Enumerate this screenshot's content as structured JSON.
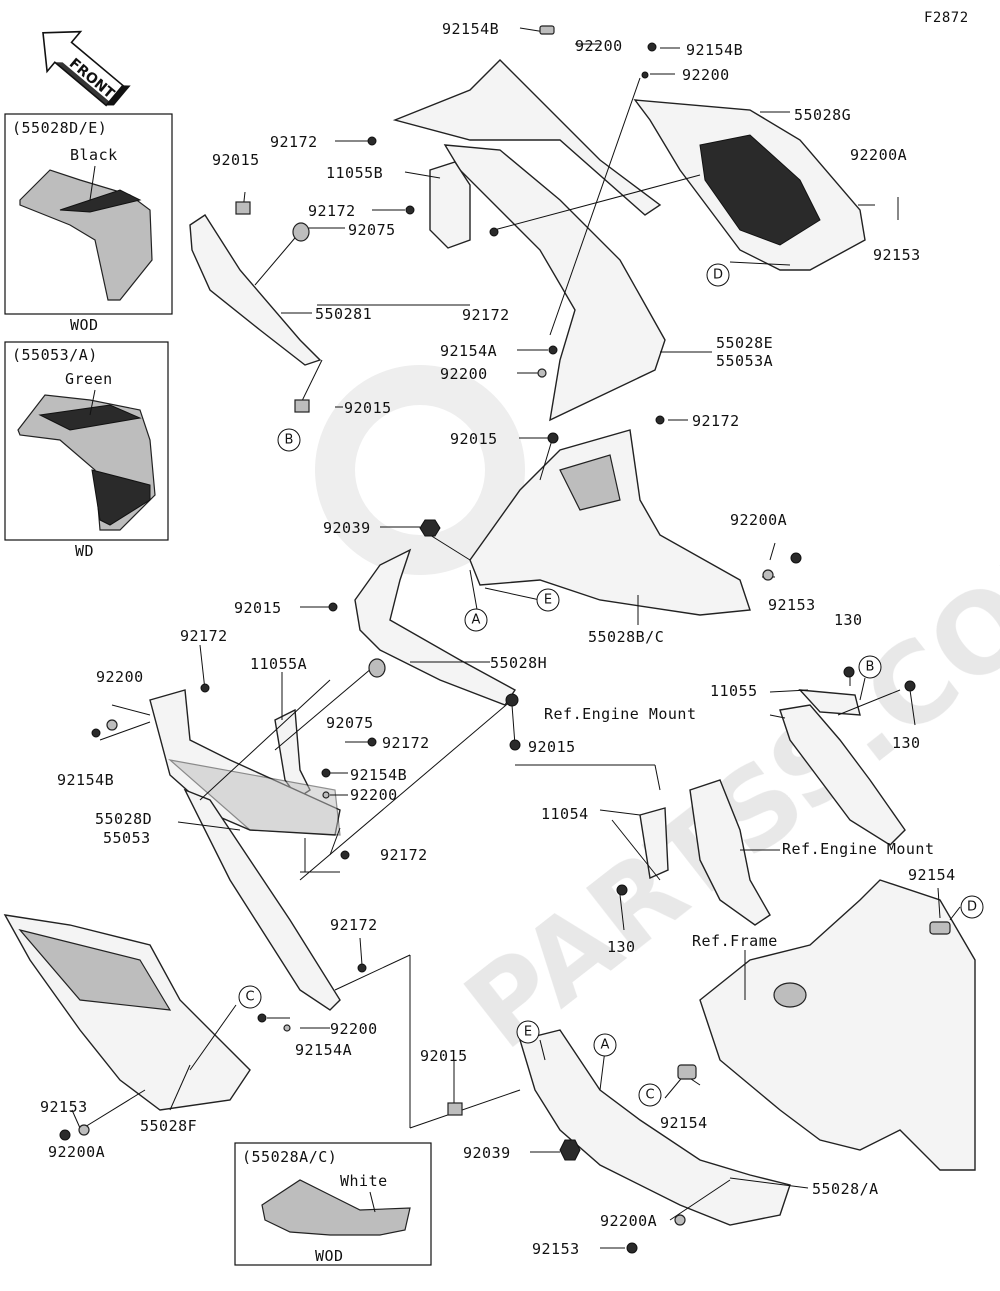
{
  "figure_code": "F2872",
  "front_label": "FRONT",
  "watermark": "PARTSS.COM",
  "callouts": {
    "A": "A",
    "B": "B",
    "C": "C",
    "D": "D",
    "E": "E"
  },
  "insets": [
    {
      "title": "(55028D/E)",
      "color": "Black",
      "footer": "WOD"
    },
    {
      "title": "(55053/A)",
      "color": "Green",
      "footer": "WD"
    },
    {
      "title": "(55028A/C)",
      "color": "White",
      "footer": "WOD"
    }
  ],
  "labels": {
    "l01": "92154B",
    "l02": "92200",
    "l03": "92154B",
    "l04": "92200",
    "l05": "55028G",
    "l06": "92172",
    "l07": "92015",
    "l08": "11055B",
    "l09": "92172",
    "l10": "92200A",
    "l11": "92153",
    "l12": "92075",
    "l13": "550281",
    "l14": "92172",
    "l15": "92154A",
    "l16": "55028E",
    "l17": "55053A",
    "l18": "92200",
    "l19": "92015",
    "l20": "92172",
    "l21": "92015",
    "l22": "92039",
    "l23": "92200A",
    "l24": "92153",
    "l25": "55028B/C",
    "l26": "92015",
    "l27": "130",
    "l28": "92172",
    "l29": "55028H",
    "l30": "11055A",
    "l31": "11055",
    "l32": "Ref.Engine Mount",
    "l33": "130",
    "l34": "92200",
    "l35": "92075",
    "l36": "92172",
    "l37": "92015",
    "l38": "92154B",
    "l39": "92154B",
    "l40": "92200",
    "l41": "55028D",
    "l42": "55053",
    "l43": "11054",
    "l44": "Ref.Engine Mount",
    "l45": "92172",
    "l46": "130",
    "l47": "92154",
    "l48": "Ref.Frame",
    "l49": "92172",
    "l50": "92200",
    "l51": "92154A",
    "l52": "92015",
    "l53": "92153",
    "l54": "92154",
    "l55": "55028F",
    "l56": "92200A",
    "l57": "92039",
    "l58": "55028/A",
    "l59": "92200A",
    "l60": "92153"
  }
}
